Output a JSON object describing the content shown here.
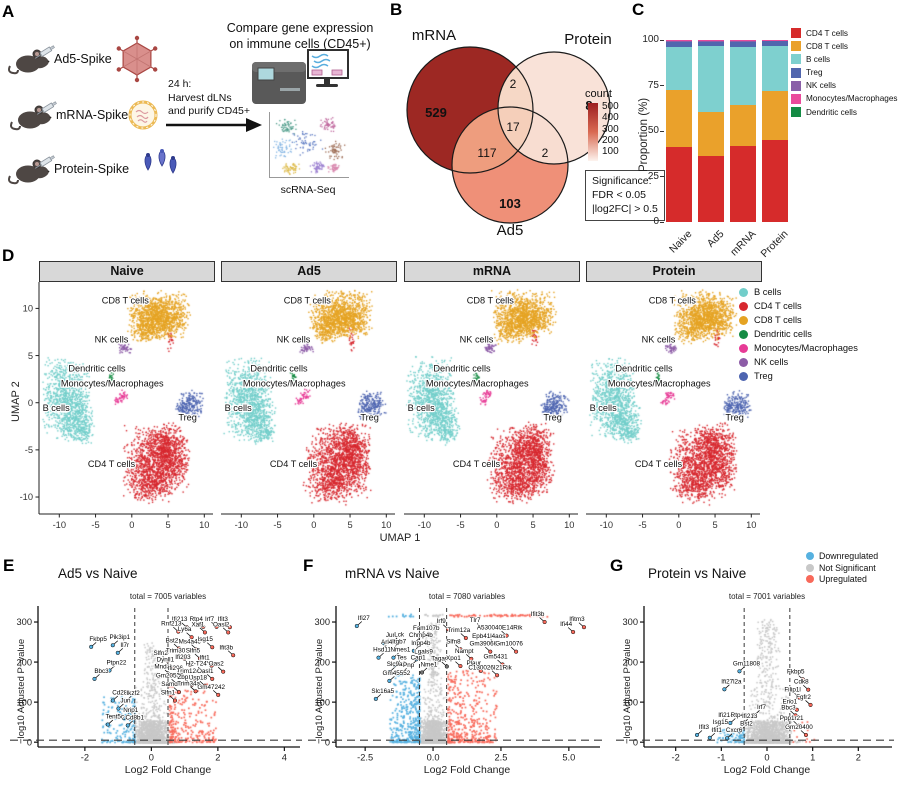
{
  "figure": {
    "panel_letters": [
      "A",
      "B",
      "C",
      "D",
      "E",
      "F",
      "G"
    ],
    "colors": {
      "down": "#56b1e0",
      "nonsig": "#c8c8c8",
      "up": "#f8695a"
    }
  },
  "panelA": {
    "heading": [
      "Compare gene expression",
      "on immune cells (CD45+)"
    ],
    "groups": [
      {
        "label": "Ad5-Spike",
        "icon": "adenovirus-icon"
      },
      {
        "label": "mRNA-Spike",
        "icon": "lnp-icon"
      },
      {
        "label": "Protein-Spike",
        "icon": "spike-protein-icon"
      }
    ],
    "arrow_lines": [
      "24 h:",
      "Harvest dLNs",
      "and purify CD45+"
    ],
    "caption": "scRNA-Seq",
    "mini_clusters": [
      [
        16,
        14,
        7,
        5,
        "#4f9d8b"
      ],
      [
        12,
        36,
        8,
        7,
        "#87b7e4"
      ],
      [
        36,
        30,
        10,
        8,
        "#5b79c2"
      ],
      [
        58,
        12,
        6,
        5,
        "#c06a9f"
      ],
      [
        64,
        38,
        7,
        6,
        "#9c6a52"
      ],
      [
        20,
        56,
        6,
        4,
        "#ddbb4b"
      ],
      [
        47,
        55,
        5,
        4,
        "#9b7fd0"
      ],
      [
        63,
        55,
        4,
        3,
        "#d98ab0"
      ]
    ]
  },
  "panelB": {
    "sets": [
      {
        "name": "mRNA",
        "unique": "529",
        "color": "#9d2823"
      },
      {
        "name": "Protein",
        "unique": "8",
        "color": "#f9e2d8"
      },
      {
        "name": "Ad5",
        "unique": "103",
        "color": "#ef9078"
      }
    ],
    "overlaps": {
      "mRNA_Protein": "2",
      "mRNA_Ad5": "117",
      "Protein_Ad5": "2",
      "all": "17"
    },
    "overlap_colors": {
      "mRNA_Protein": "#f6d8c6",
      "mRNA_Ad5": "#ee9d7e",
      "Protein_Ad5": "#f8ddd1",
      "all": "#f5cfba"
    },
    "legend": {
      "title": "count",
      "ticks": [
        "500",
        "400",
        "300",
        "200",
        "100"
      ],
      "top_color": "#9d1f1f",
      "bottom_color": "#fdf3ee"
    },
    "significance": [
      "Significance:",
      "FDR < 0.05",
      "|log2FC| > 0.5"
    ]
  },
  "panelC": {
    "ylabel": "Proportion (%)",
    "yticks": [
      "0",
      "25",
      "50",
      "75",
      "100"
    ],
    "categories": [
      "Naive",
      "Ad5",
      "mRNA",
      "Protein"
    ],
    "series": [
      {
        "name": "CD4 T cells",
        "color": "#d62b2b",
        "values": [
          41,
          36.5,
          42,
          45
        ]
      },
      {
        "name": "CD8 T cells",
        "color": "#eaa12b",
        "values": [
          31.5,
          24,
          22.5,
          27
        ]
      },
      {
        "name": "B cells",
        "color": "#7ed0cf",
        "values": [
          23.5,
          36,
          31.5,
          24.5
        ]
      },
      {
        "name": "Treg",
        "color": "#5166ae",
        "values": [
          3,
          2.6,
          3,
          2.8
        ]
      },
      {
        "name": "NK cells",
        "color": "#8a5fa8",
        "values": [
          0.6,
          0.5,
          0.6,
          0.4
        ]
      },
      {
        "name": "Monocytes/Macrophages",
        "color": "#ea4b9b",
        "values": [
          0.3,
          0.3,
          0.3,
          0.2
        ]
      },
      {
        "name": "Dendritic cells",
        "color": "#148b44",
        "values": [
          0.1,
          0.1,
          0.1,
          0.1
        ]
      }
    ]
  },
  "panelD": {
    "facets": [
      "Naive",
      "Ad5",
      "mRNA",
      "Protein"
    ],
    "xlabel": "UMAP 1",
    "ylabel": "UMAP 2",
    "xticks": [
      "-10",
      "-5",
      "0",
      "5",
      "10"
    ],
    "yticks": [
      "-10",
      "-5",
      "0",
      "5",
      "10"
    ],
    "clusters": [
      {
        "name": "B cells",
        "color": "#72ceca",
        "blobs": [
          [
            -9.2,
            0.6,
            1.8,
            2.4,
            850
          ],
          [
            -7.6,
            -1.8,
            1.3,
            1.4,
            280
          ],
          [
            -6.7,
            -3.2,
            0.7,
            0.5,
            60
          ]
        ],
        "label": [
          -12.3,
          -0.9
        ],
        "anchor": "start"
      },
      {
        "name": "CD4 T cells",
        "color": "#d7282f",
        "blobs": [
          [
            3.2,
            -6.2,
            2.5,
            2.1,
            1000
          ],
          [
            4.9,
            -4.4,
            1.5,
            1.3,
            300
          ],
          [
            2.2,
            -8.7,
            1.7,
            1.1,
            260
          ],
          [
            5.6,
            -6.8,
            1.3,
            1.5,
            200
          ],
          [
            5.15,
            6.9,
            0.25,
            0.8,
            26
          ]
        ],
        "label": [
          -2.8,
          -6.8
        ]
      },
      {
        "name": "CD8 T cells",
        "color": "#e5a323",
        "blobs": [
          [
            3.7,
            9.7,
            2.4,
            1.25,
            750
          ],
          [
            2.3,
            8.3,
            1.6,
            0.95,
            280
          ],
          [
            4.9,
            8.5,
            1.5,
            0.95,
            230
          ],
          [
            1.5,
            7.5,
            0.9,
            0.65,
            70
          ]
        ],
        "label": [
          -0.9,
          10.5
        ]
      },
      {
        "name": "Dendritic cells",
        "color": "#168c44",
        "blobs": [
          [
            -2.9,
            2.8,
            0.25,
            0.35,
            20
          ]
        ],
        "label": [
          -4.8,
          3.3
        ]
      },
      {
        "name": "Monocytes/Macrophages",
        "color": "#e73b96",
        "blobs": [
          [
            -1.3,
            0.95,
            0.4,
            0.3,
            28
          ],
          [
            -2.0,
            0.25,
            0.35,
            0.25,
            20
          ]
        ],
        "label": [
          -2.7,
          1.7
        ]
      },
      {
        "name": "NK cells",
        "color": "#8d5ca7",
        "blobs": [
          [
            -1.1,
            5.85,
            0.55,
            0.3,
            46
          ]
        ],
        "label": [
          -2.8,
          6.4
        ]
      },
      {
        "name": "Treg",
        "color": "#4d64b0",
        "blobs": [
          [
            8.0,
            -0.2,
            1.05,
            0.85,
            190
          ],
          [
            6.9,
            -0.7,
            0.55,
            0.45,
            36
          ]
        ],
        "label": [
          7.7,
          -1.9
        ]
      }
    ]
  },
  "panelE": {
    "title": "Ad5 vs Naive",
    "subtitle": "total = 7005 variables",
    "xlabel": "Log2 Fold Change",
    "ylabel": "−log10 Adjusted P−value",
    "xticks": [
      "-2",
      "0",
      "2",
      "4"
    ],
    "yticks": [
      "0",
      "100",
      "200",
      "300"
    ],
    "cloud": {
      "seed": 7,
      "grayN": 1500,
      "grayYmax": 250,
      "downN": 170,
      "downSpread": 0.5,
      "downYmax": 120,
      "upN": 280,
      "upSpread": 0.7,
      "upYmax": 150
    },
    "genes": [
      [
        "Ifi213",
        0.85,
        302
      ],
      [
        "Rtp4",
        1.35,
        303
      ],
      [
        "Irf7",
        1.75,
        303
      ],
      [
        "Ifit3",
        2.15,
        302
      ],
      [
        "Rnf213",
        0.6,
        291
      ],
      [
        "Xaf1",
        1.4,
        289
      ],
      [
        "Oasl2",
        2.1,
        289
      ],
      [
        "Ly6a",
        1.0,
        277
      ],
      [
        "Fkbp5",
        -1.6,
        253
      ],
      [
        "Pik3ip1",
        -0.95,
        257
      ],
      [
        "Il7r",
        -0.8,
        238
      ],
      [
        "Bst2",
        0.62,
        249
      ],
      [
        "Ms4a4c",
        1.15,
        247
      ],
      [
        "Isg15",
        1.62,
        252
      ],
      [
        "Ifit3b",
        2.25,
        232
      ],
      [
        "Slfn2",
        0.28,
        218
      ],
      [
        "Trim30a",
        0.78,
        224
      ],
      [
        "Slfn5",
        1.25,
        224
      ],
      [
        "Dynll1",
        0.42,
        201
      ],
      [
        "Ifi203",
        0.95,
        208
      ],
      [
        "Ifit1",
        1.6,
        206
      ],
      [
        "Ptpn22",
        -1.05,
        194
      ],
      [
        "H2-T24",
        1.35,
        191
      ],
      [
        "Oas2",
        1.95,
        191
      ],
      [
        "Mndal",
        0.35,
        184
      ],
      [
        "Ifi206",
        0.72,
        180
      ],
      [
        "Trim12c",
        1.1,
        173
      ],
      [
        "Oasl1",
        1.62,
        173
      ],
      [
        "Bbc3",
        -1.5,
        173
      ],
      [
        "Gm20559",
        0.55,
        161
      ],
      [
        "Zbp1",
        1.0,
        158
      ],
      [
        "Usp18",
        1.4,
        156
      ],
      [
        "Samd9l",
        0.62,
        140
      ],
      [
        "Trim34a",
        1.12,
        142
      ],
      [
        "Gm47242",
        1.8,
        133
      ],
      [
        "Cd28",
        -0.95,
        119
      ],
      [
        "Ikzf2",
        -0.55,
        118
      ],
      [
        "Slfn1",
        0.5,
        119
      ],
      [
        "Jun",
        -0.78,
        99
      ],
      [
        "Nrip1",
        -0.62,
        75
      ],
      [
        "Tent5c",
        -1.1,
        59
      ],
      [
        "Cd8b1",
        -0.5,
        57
      ]
    ]
  },
  "panelF": {
    "title": "mRNA vs Naive",
    "subtitle": "total = 7080 variables",
    "xlabel": "Log2 Fold Change",
    "ylabel": "−log10 Adjusted P−value",
    "xticks": [
      "-2.5",
      "0.0",
      "2.5",
      "5.0"
    ],
    "yticks": [
      "0",
      "100",
      "200",
      "300"
    ],
    "cloud": {
      "seed": 11,
      "grayN": 1500,
      "grayYmax": 300,
      "downN": 420,
      "downSpread": 0.55,
      "downYmax": 170,
      "upN": 420,
      "upSpread": 0.9,
      "upYmax": 180,
      "cap": {
        "y": 318,
        "red": [
          0.55,
          4.2,
          70
        ],
        "blue": [
          -1.7,
          -0.6,
          12
        ],
        "gray": [
          -0.35,
          0.35,
          14
        ]
      }
    },
    "genes": [
      [
        "Ifi27",
        -2.55,
        305
      ],
      [
        "Irf9",
        0.3,
        297
      ],
      [
        "Tlr7",
        1.55,
        300
      ],
      [
        "Ifit3b",
        3.85,
        315
      ],
      [
        "Ifitm3",
        5.3,
        302
      ],
      [
        "Ifi44",
        4.9,
        290
      ],
      [
        "Fam107b",
        -0.25,
        280
      ],
      [
        "Trim12a",
        0.95,
        275
      ],
      [
        "A530040E14Rik",
        2.45,
        281
      ],
      [
        "Jun",
        -1.55,
        262
      ],
      [
        "Lck",
        -1.25,
        264
      ],
      [
        "Chmp4b",
        -0.45,
        262
      ],
      [
        "Epb41l4aos",
        2.05,
        260
      ],
      [
        "Arl4c",
        -1.65,
        245
      ],
      [
        "Itgb7",
        -1.25,
        247
      ],
      [
        "Inpp4b",
        -0.45,
        243
      ],
      [
        "Slfn8",
        0.75,
        247
      ],
      [
        "Gm39066",
        1.85,
        241
      ],
      [
        "Gm10076",
        2.8,
        241
      ],
      [
        "Hsd11b1",
        -1.75,
        226
      ],
      [
        "Nmes1",
        -1.2,
        226
      ],
      [
        "Lgals9",
        -0.35,
        222
      ],
      [
        "Nampt",
        1.15,
        223
      ],
      [
        "Tes",
        -1.15,
        207
      ],
      [
        "Cap1",
        -0.55,
        207
      ],
      [
        "Tagap",
        0.25,
        204
      ],
      [
        "Xpo1",
        0.75,
        205
      ],
      [
        "Gm5431",
        2.3,
        209
      ],
      [
        "Slc9a9",
        -1.35,
        190
      ],
      [
        "Pnp",
        -0.9,
        188
      ],
      [
        "Nme1",
        -0.15,
        189
      ],
      [
        "Plaur",
        1.5,
        193
      ],
      [
        "C130026I21Rik",
        2.1,
        182
      ],
      [
        "Gm45552",
        -1.35,
        168
      ],
      [
        "Slc16a5",
        -1.85,
        123
      ]
    ]
  },
  "panelG": {
    "title": "Protein vs Naive",
    "subtitle": "total = 7001 variables",
    "xlabel": "Log2 Fold Change",
    "ylabel": "−log10 Adjusted P−value",
    "xticks": [
      "-2",
      "-1",
      "0",
      "1",
      "2"
    ],
    "yticks": [
      "0",
      "100",
      "200",
      "300"
    ],
    "cloud": {
      "seed": 23,
      "grayN": 1700,
      "grayYmax": 308,
      "downN": 80,
      "downSpread": 0.3,
      "downYmax": 35,
      "upN": 10,
      "upSpread": 0.25,
      "upYmax": 60
    },
    "genes": [
      [
        "Gm11808",
        -0.45,
        192
      ],
      [
        "Ifi27l2a",
        -0.78,
        147
      ],
      [
        "Fkbp5",
        0.63,
        172
      ],
      [
        "Cdk8",
        0.75,
        146
      ],
      [
        "Filip1l",
        0.56,
        126
      ],
      [
        "Fgfr2",
        0.8,
        108
      ],
      [
        "Eno1",
        0.5,
        96
      ],
      [
        "Irf7",
        -0.12,
        83
      ],
      [
        "Bbc3",
        0.47,
        82
      ],
      [
        "Ifi214",
        -0.9,
        63
      ],
      [
        "Rtp4",
        -0.65,
        63
      ],
      [
        "Ifi213",
        -0.38,
        61
      ],
      [
        "Isg15",
        -1.02,
        46
      ],
      [
        "Bst2",
        -0.45,
        42
      ],
      [
        "Ifit3",
        -1.38,
        33
      ],
      [
        "Ifit1",
        -1.1,
        26
      ],
      [
        "Cxcr6",
        -0.72,
        25
      ],
      [
        "Ppp1r21",
        0.54,
        56
      ],
      [
        "Gm20400",
        0.7,
        33
      ]
    ]
  },
  "legendEFG": {
    "items": [
      {
        "label": "Downregulated",
        "color": "#56b1e0"
      },
      {
        "label": "Not Significant",
        "color": "#c8c8c8"
      },
      {
        "label": "Upregulated",
        "color": "#f8695a"
      }
    ]
  },
  "chart_data": [
    {
      "id": "B",
      "type": "venn",
      "sets": [
        "mRNA",
        "Protein",
        "Ad5"
      ],
      "unique": [
        529,
        8,
        103
      ],
      "overlaps": {
        "mRNA∩Protein": 2,
        "mRNA∩Ad5": 117,
        "Protein∩Ad5": 2,
        "mRNA∩Protein∩Ad5": 17
      },
      "legend": {
        "title": "count",
        "range": [
          100,
          500
        ]
      },
      "note": "Significance: FDR < 0.05, |log2FC| > 0.5"
    },
    {
      "id": "C",
      "type": "bar",
      "stacked": true,
      "categories": [
        "Naive",
        "Ad5",
        "mRNA",
        "Protein"
      ],
      "series": [
        {
          "name": "CD4 T cells",
          "values": [
            41,
            36.5,
            42,
            45
          ]
        },
        {
          "name": "CD8 T cells",
          "values": [
            31.5,
            24,
            22.5,
            27
          ]
        },
        {
          "name": "B cells",
          "values": [
            23.5,
            36,
            31.5,
            24.5
          ]
        },
        {
          "name": "Treg",
          "values": [
            3,
            2.6,
            3,
            2.8
          ]
        },
        {
          "name": "NK cells",
          "values": [
            0.6,
            0.5,
            0.6,
            0.4
          ]
        },
        {
          "name": "Monocytes/Macrophages",
          "values": [
            0.3,
            0.3,
            0.3,
            0.2
          ]
        },
        {
          "name": "Dendritic cells",
          "values": [
            0.1,
            0.1,
            0.1,
            0.1
          ]
        }
      ],
      "ylabel": "Proportion (%)",
      "ylim": [
        0,
        100
      ]
    },
    {
      "id": "D",
      "type": "scatter",
      "subtype": "UMAP",
      "facets": [
        "Naive",
        "Ad5",
        "mRNA",
        "Protein"
      ],
      "xlabel": "UMAP 1",
      "ylabel": "UMAP 2",
      "xlim": [
        -12,
        10
      ],
      "ylim": [
        -11,
        12
      ],
      "clusters": [
        "B cells",
        "CD4 T cells",
        "CD8 T cells",
        "Dendritic cells",
        "Monocytes/Macrophages",
        "NK cells",
        "Treg"
      ]
    },
    {
      "id": "E",
      "type": "scatter",
      "subtype": "volcano",
      "title": "Ad5 vs Naive",
      "total_variables": 7005,
      "xlim": [
        -3.3,
        4.3
      ],
      "ylim": [
        0,
        320
      ],
      "thresholds": {
        "log2fc": 0.5
      }
    },
    {
      "id": "F",
      "type": "scatter",
      "subtype": "volcano",
      "title": "mRNA vs Naive",
      "total_variables": 7080,
      "xlim": [
        -3.5,
        6
      ],
      "ylim": [
        0,
        320
      ],
      "thresholds": {
        "log2fc": 0.5
      }
    },
    {
      "id": "G",
      "type": "scatter",
      "subtype": "volcano",
      "title": "Protein vs Naive",
      "total_variables": 7001,
      "xlim": [
        -2.6,
        2.6
      ],
      "ylim": [
        0,
        320
      ],
      "thresholds": {
        "log2fc": 0.5
      }
    }
  ]
}
